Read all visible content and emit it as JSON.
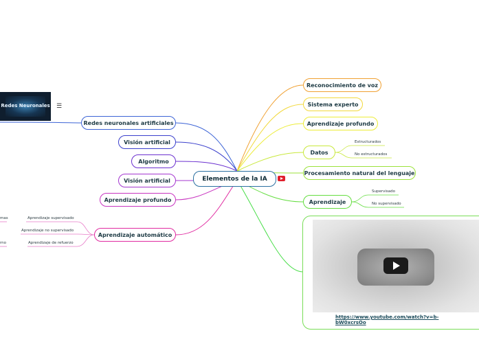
{
  "center": {
    "label": "Elementos de la IA"
  },
  "left": {
    "redes": "Redes neuronales artificiales",
    "vision1": "Visión artificial",
    "algoritmo": "Algoritmo",
    "vision2": "Visión artificial",
    "aprendizaje_profundo": "Aprendizaje profundo",
    "aprendizaje_automatico": "Aprendizaje automático",
    "redes_image_title": "Redes Neuronales",
    "automatico_children": [
      "Aprendizaje supervisado",
      "Aprendizaje no supervisado",
      "Aprendizaje de refuerzo"
    ],
    "cut_fragments": [
      "mas",
      "rno"
    ]
  },
  "right": {
    "voz": "Reconocimiento de voz",
    "experto": "Sistema experto",
    "profundo": "Aprendizaje profundo",
    "datos": "Datos",
    "datos_children": [
      "Estructurados",
      "No estructurados"
    ],
    "pln": "Procesamiento natural del lenguaje",
    "aprendizaje": "Aprendizaje",
    "aprendizaje_children": [
      "Supervisado",
      "No supervisado"
    ],
    "video_url": "https://www.youtube.com/watch?v=b-bW0xcrsOo"
  },
  "icons": {
    "menu": "hamburger-menu-icon",
    "youtube": "youtube-icon",
    "play": "play-icon"
  },
  "colors": {
    "redes": "#3b63d6",
    "vision1": "#3a3fcc",
    "algoritmo": "#6a2fcf",
    "vision2": "#a334cf",
    "profundo_left": "#c732bf",
    "automatico": "#e02aa0",
    "voz": "#f0a030",
    "experto": "#f2d83a",
    "profundo_right": "#ecec36",
    "datos": "#c8e83a",
    "pln": "#9be23a",
    "aprendizaje": "#63dd3e",
    "video": "#44dd44"
  }
}
